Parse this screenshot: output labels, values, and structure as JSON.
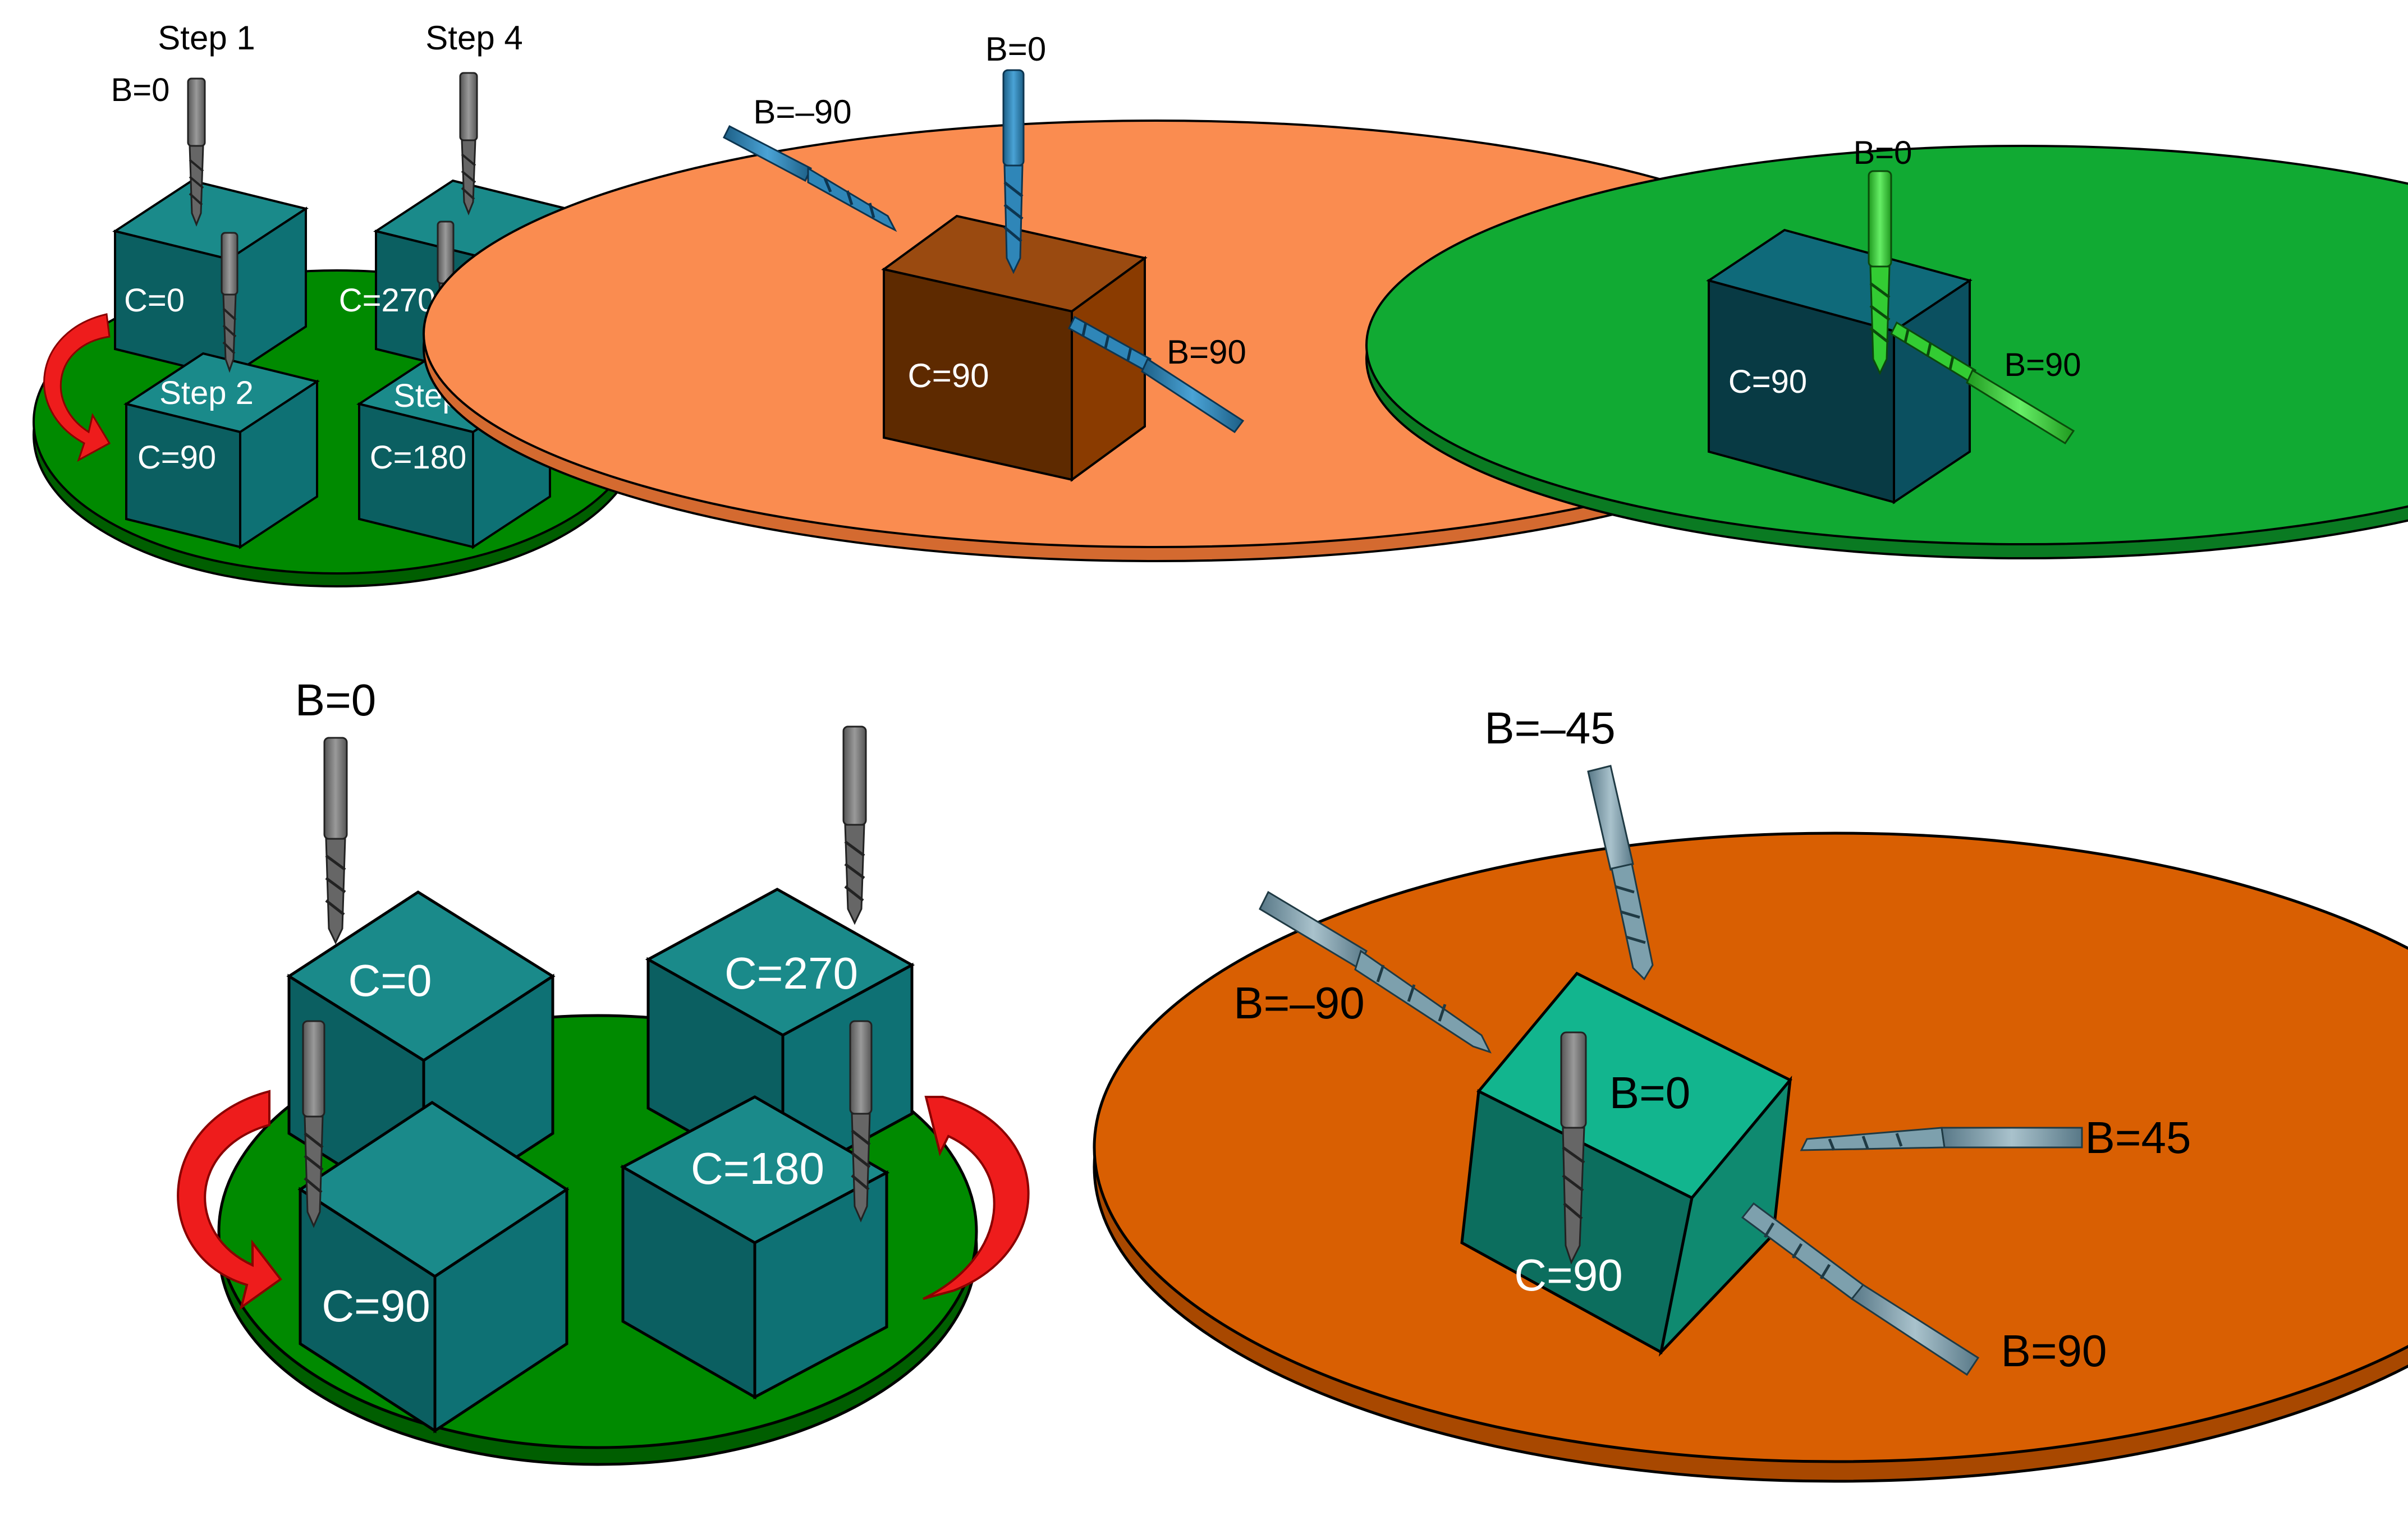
{
  "colors": {
    "background": "#ffffff",
    "table_green": "#008a00",
    "table_green_bright": "#11aa33",
    "table_orange": "#fa8c50",
    "table_orange_dark": "#d95f02",
    "cube_teal": "#0b6b6e",
    "cube_teal_light": "#12b58e",
    "cube_orange": "#8a3b00",
    "tool_grey": "#787878",
    "tool_blue": "#2f86b8",
    "tool_green": "#33cc33",
    "arrow_red": "#ee1c1c"
  },
  "panels": {
    "p1": {
      "step1": "Step 1",
      "step4": "Step 4",
      "step2": "Step 2",
      "step3": "Step 3",
      "b0": "B=0",
      "c0": "C=0",
      "c270": "C=270",
      "c90": "C=90",
      "c180": "C=180"
    },
    "p2": {
      "b0": "B=0",
      "bm90": "B=–90",
      "b90": "B=90",
      "c90": "C=90"
    },
    "p3": {
      "b0": "B=0",
      "b90": "B=90",
      "c90": "C=90"
    },
    "p4": {
      "b0": "B=0",
      "c0": "C=0",
      "c270": "C=270",
      "c90": "C=90",
      "c180": "C=180"
    },
    "p5": {
      "bm45": "B=–45",
      "bm90": "B=–90",
      "b0": "B=0",
      "b45": "B=45",
      "b90": "B=90",
      "c90": "C=90"
    }
  }
}
